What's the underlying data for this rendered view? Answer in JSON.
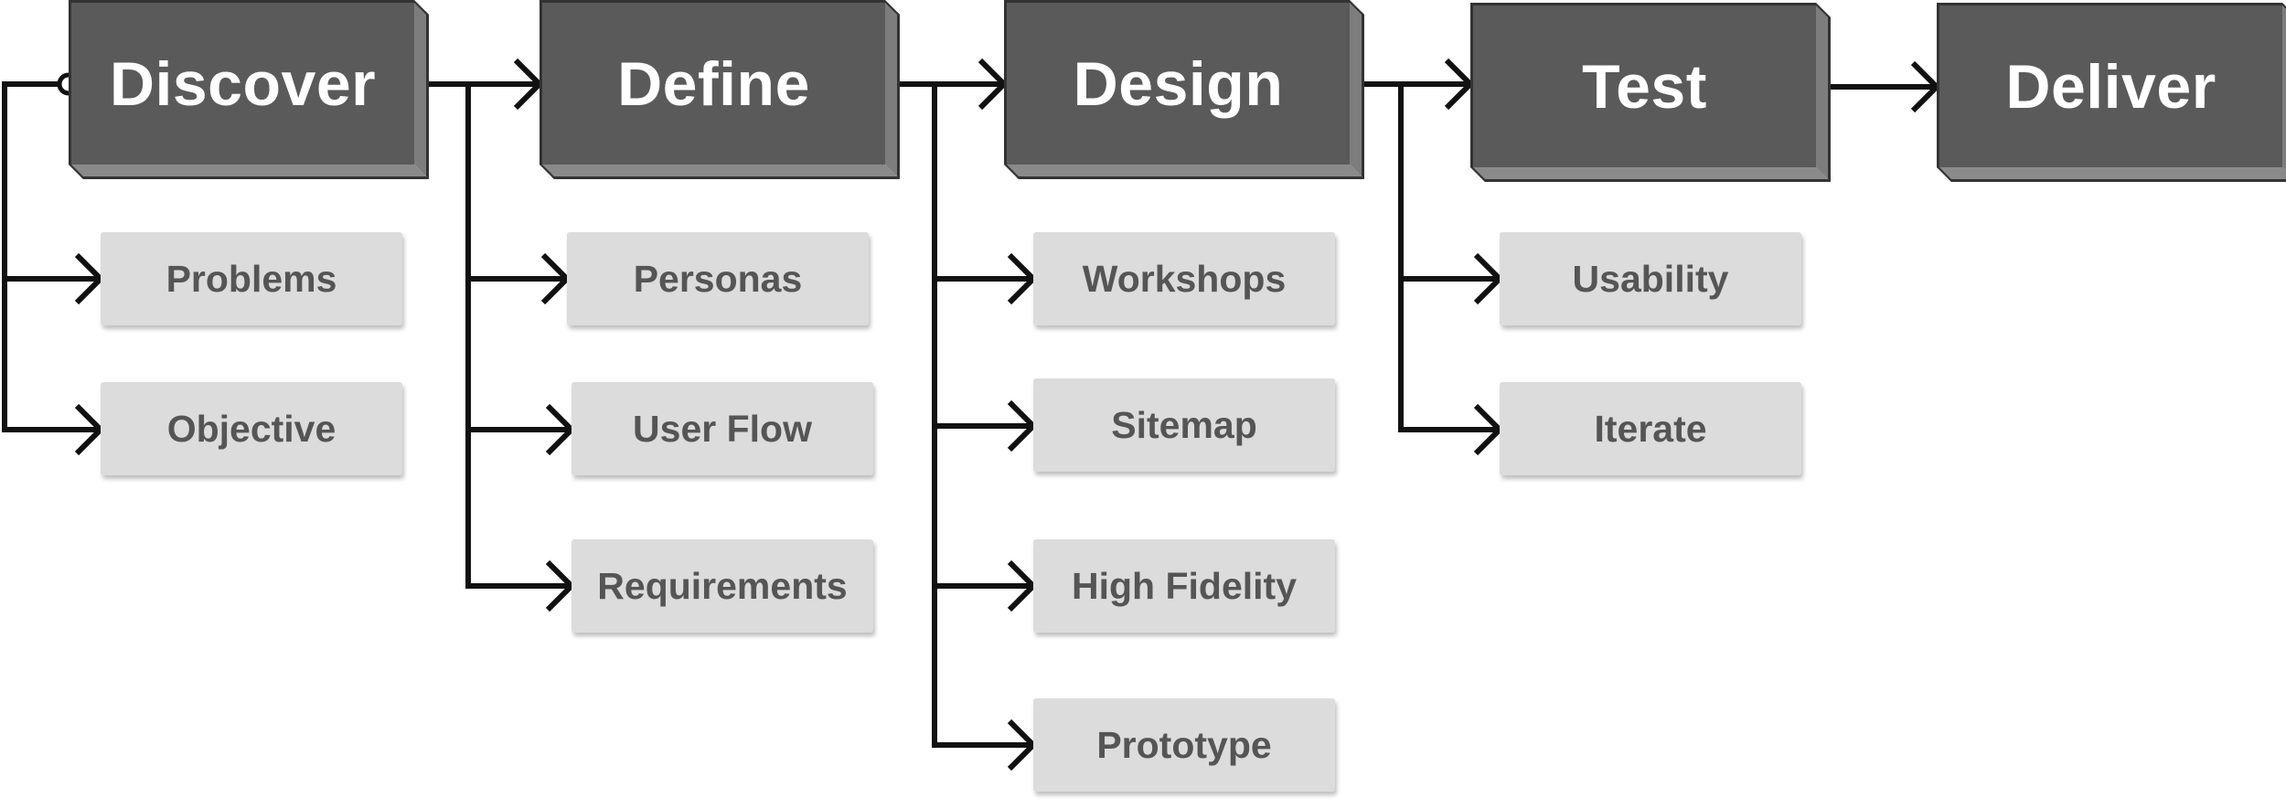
{
  "stages": [
    {
      "label": "Discover",
      "items": [
        "Problems",
        "Objective"
      ]
    },
    {
      "label": "Define",
      "items": [
        "Personas",
        "User Flow",
        "Requirements"
      ]
    },
    {
      "label": "Design",
      "items": [
        "Workshops",
        "Sitemap",
        "High Fidelity",
        "Prototype"
      ]
    },
    {
      "label": "Test",
      "items": [
        "Usability",
        "Iterate"
      ]
    },
    {
      "label": "Deliver",
      "items": []
    }
  ],
  "colors": {
    "stage_fill": "#5a5a5a",
    "stage_text": "#ffffff",
    "item_fill": "#dcdcdc",
    "item_text": "#555555",
    "connector": "#111111"
  }
}
